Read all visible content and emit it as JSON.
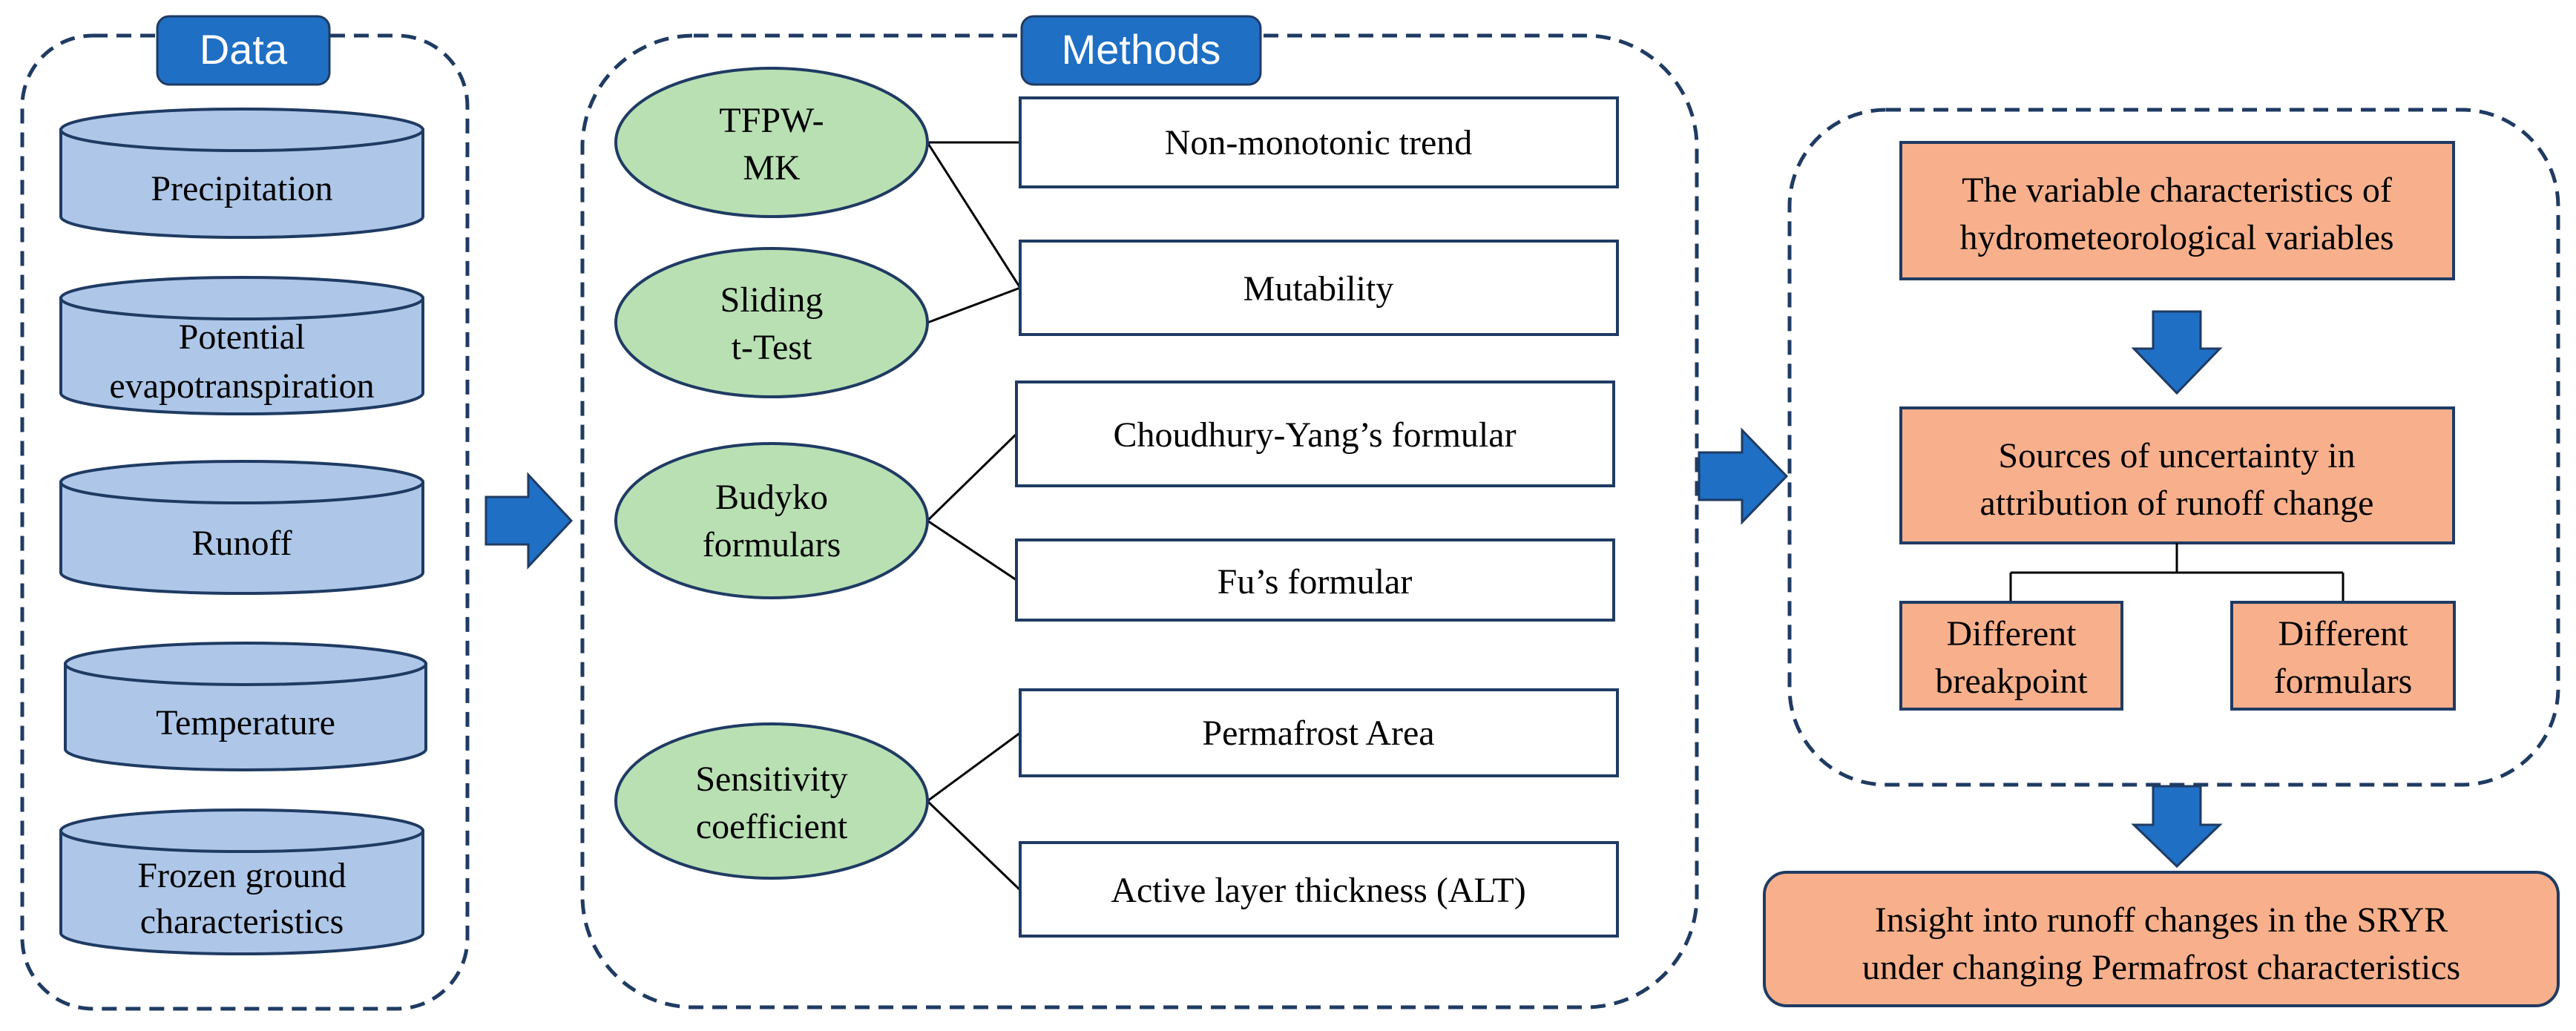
{
  "data_panel": {
    "title": "Data",
    "items": [
      [
        "Precipitation"
      ],
      [
        "Potential",
        "evapotranspiration"
      ],
      [
        "Runoff"
      ],
      [
        "Temperature"
      ],
      [
        "Frozen ground",
        "characteristics"
      ]
    ]
  },
  "methods_panel": {
    "title": "Methods",
    "methods": [
      {
        "name": [
          "TFPW-",
          "MK"
        ]
      },
      {
        "name": [
          "Sliding",
          "t-Test"
        ]
      },
      {
        "name": [
          "Budyko",
          "formulars"
        ]
      },
      {
        "name": [
          "Sensitivity",
          "coefficient"
        ]
      }
    ],
    "outputs": [
      "Non-monotonic trend",
      "Mutability",
      "Choudhury-Yang’s formular",
      "Fu’s formular",
      "Permafrost Area",
      "Active layer thickness (ALT)"
    ]
  },
  "results_panel": {
    "characteristics": [
      "The variable characteristics of",
      "hydrometeorological variables"
    ],
    "uncertainty": [
      "Sources of uncertainty in",
      "attribution of runoff change"
    ],
    "breakpoint": [
      "Different",
      "breakpoint"
    ],
    "formulars": [
      "Different",
      "formulars"
    ]
  },
  "insight": [
    "Insight into runoff changes in the SRYR",
    "under changing Permafrost characteristics"
  ],
  "colors": {
    "dashed_border": "#1f3b63",
    "title_fill": "#1f6fc4",
    "title_text": "#ffffff",
    "cylinder_fill": "#aec7e8",
    "cylinder_stroke": "#1f3b63",
    "ellipse_fill": "#b9e0b3",
    "ellipse_stroke": "#1f3b63",
    "orange_fill": "#f8b08c",
    "orange_stroke": "#1f3b63",
    "arrow_fill": "#1f6fc4",
    "box_stroke": "#1f3b63",
    "line": "#000000"
  }
}
